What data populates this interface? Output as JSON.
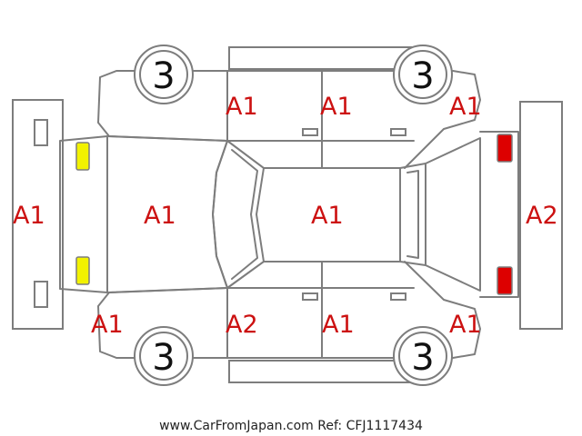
{
  "colors": {
    "outline": "#7d7d7d",
    "damage_label": "#cc1111",
    "front_lights": "#f2f200",
    "rear_lights": "#dd0000"
  },
  "labels": {
    "front_bumper": "A1",
    "hood": "A1",
    "roof": "A1",
    "rear_bumper": "A2",
    "top_front_door": "A1",
    "top_rear_door": "A1",
    "top_rear_quarter": "A1",
    "bottom_front_fender": "A1",
    "bottom_front_door": "A2",
    "bottom_rear_door": "A1",
    "bottom_rear_quarter": "A1"
  },
  "wheels": {
    "top_front": "3",
    "top_rear": "3",
    "bottom_front": "3",
    "bottom_rear": "3"
  },
  "footer": "www.CarFromJapan.com Ref: CFJ1117434"
}
